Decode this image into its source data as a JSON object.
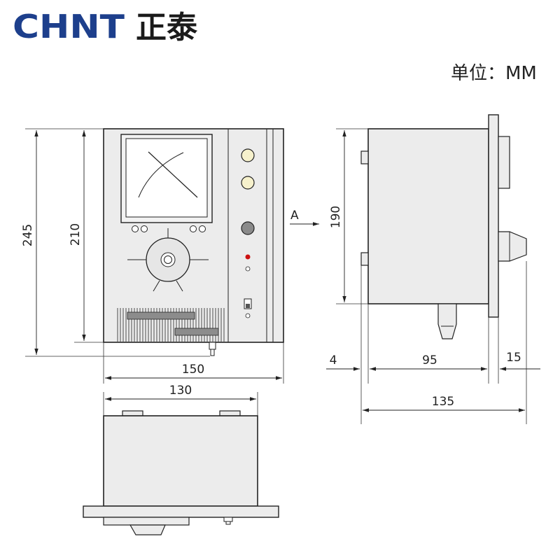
{
  "brand": {
    "latin": "CHNT",
    "chinese": "正泰",
    "color": "#1d3f8c",
    "chinese_color": "#1a1a1a"
  },
  "unit_label": "单位：MM",
  "front_view": {
    "dim_overall_height": "245",
    "dim_body_height": "210",
    "dim_overall_width": "150",
    "arrow_label": "A"
  },
  "side_view": {
    "dim_height": "190",
    "dim_left_offset": "4",
    "dim_body_depth": "95",
    "dim_front_depth": "15",
    "dim_total_depth": "135"
  },
  "top_view": {
    "dim_width": "130"
  },
  "colors": {
    "body": "#ececec",
    "line": "#222222",
    "lamp": "#f6f1cc",
    "knob": "#8a8a8a",
    "indicator_red": "#cc1111",
    "bar": "#8c8c8c"
  }
}
